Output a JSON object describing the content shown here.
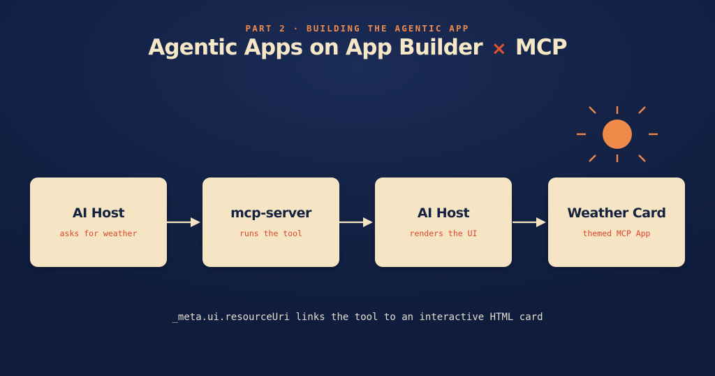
{
  "header": {
    "kicker": "PART 2 · BUILDING THE AGENTIC APP",
    "title_left": "Agentic Apps on App Builder",
    "title_x": "×",
    "title_right": "MCP"
  },
  "flow": {
    "steps": [
      {
        "title": "AI Host",
        "subtitle": "asks for weather"
      },
      {
        "title": "mcp-server",
        "subtitle": "runs the tool"
      },
      {
        "title": "AI Host",
        "subtitle": "renders the UI"
      },
      {
        "title": "Weather Card",
        "subtitle": "themed MCP App"
      }
    ]
  },
  "footer": {
    "caption": "_meta.ui.resourceUri links the tool to an interactive HTML card"
  },
  "icons": {
    "sun": "sun-icon",
    "arrow": "arrow-right-icon"
  },
  "colors": {
    "background": "#142347",
    "kicker": "#ee8a4e",
    "title": "#f6e8c7",
    "accent_x": "#e0542b",
    "card_bg": "#f6e5c5",
    "card_title": "#14213f",
    "card_sub": "#d9482a",
    "sun": "#ef8a4a",
    "arrow": "#f6e5c5",
    "caption": "#e3ddd0"
  }
}
